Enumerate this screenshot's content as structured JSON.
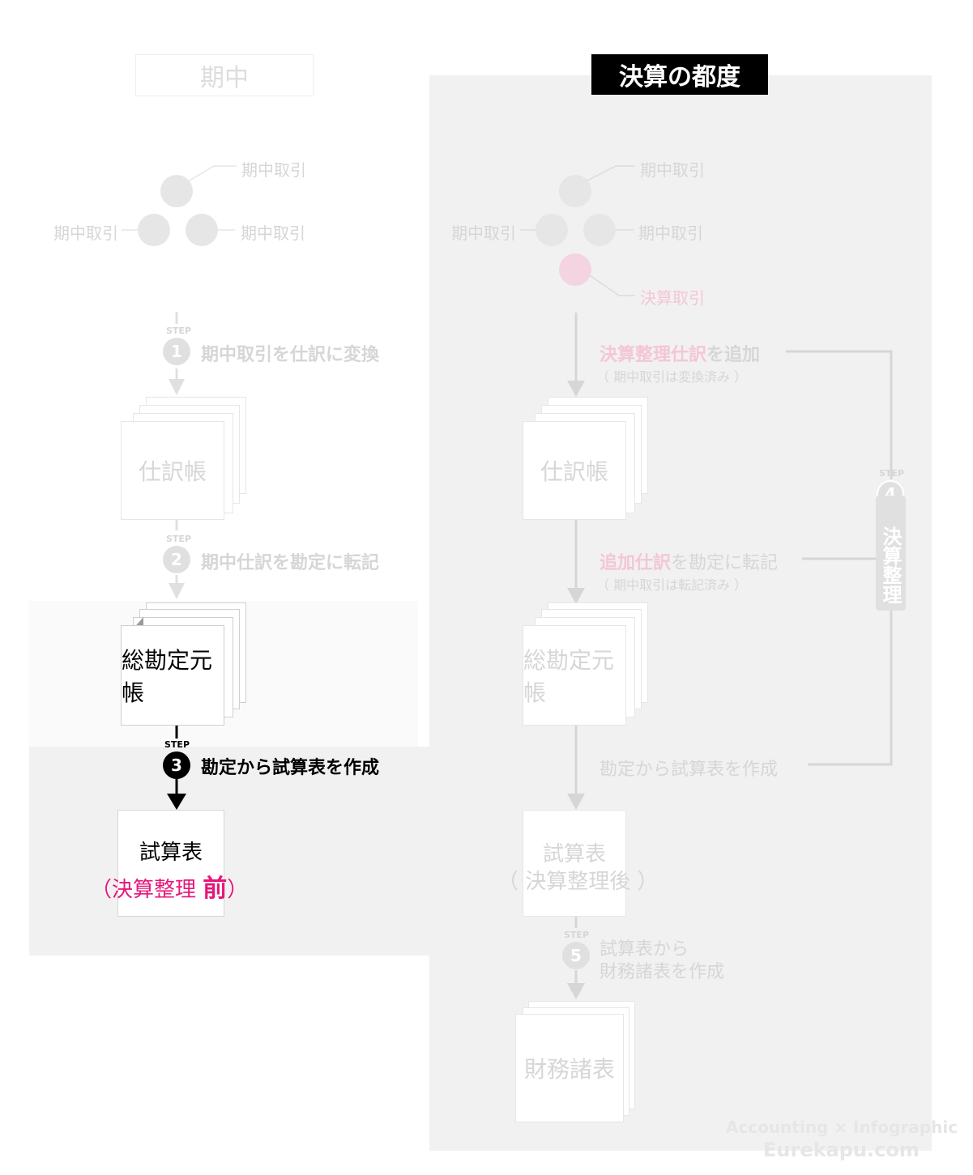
{
  "headers": {
    "left": "期中",
    "right": "決算の都度"
  },
  "left": {
    "transactions": [
      "期中取引",
      "期中取引",
      "期中取引"
    ],
    "step1": {
      "tag": "STEP",
      "num": "1",
      "label": "期中取引を仕訳に変換"
    },
    "journal": "仕訳帳",
    "step2": {
      "tag": "STEP",
      "num": "2",
      "label": "期中仕訳を勘定に転記"
    },
    "ledger": "総勘定元帳",
    "step3": {
      "tag": "STEP",
      "num": "3",
      "label": "勘定から試算表を作成"
    },
    "trial_balance": "試算表",
    "tb_note_open": "（",
    "tb_note_main": "決算整理",
    "tb_note_bold": "前",
    "tb_note_close": "）"
  },
  "right": {
    "transactions": [
      "期中取引",
      "期中取引",
      "期中取引"
    ],
    "closing_transaction": "決算取引",
    "add_entries_pink": "決算整理仕訳",
    "add_entries_rest": "を追加",
    "add_entries_sub": "（ 期中取引は変換済み ）",
    "journal": "仕訳帳",
    "post_pink": "追加仕訳",
    "post_rest": "を勘定に転記",
    "post_sub": "（ 期中取引は転記済み ）",
    "ledger": "総勘定元帳",
    "create_tb": "勘定から試算表を作成",
    "trial_balance": "試算表",
    "tb_note": "（ 決算整理後 ）",
    "step4": {
      "tag": "STEP",
      "num": "4",
      "label": "決算整理"
    },
    "step5": {
      "tag": "STEP",
      "num": "5",
      "label_line1": "試算表から",
      "label_line2": "財務諸表を作成"
    },
    "financial_statements": "財務諸表"
  },
  "watermark": {
    "line1": "Accounting × Infographic",
    "line2": "Eurekapu.com"
  }
}
